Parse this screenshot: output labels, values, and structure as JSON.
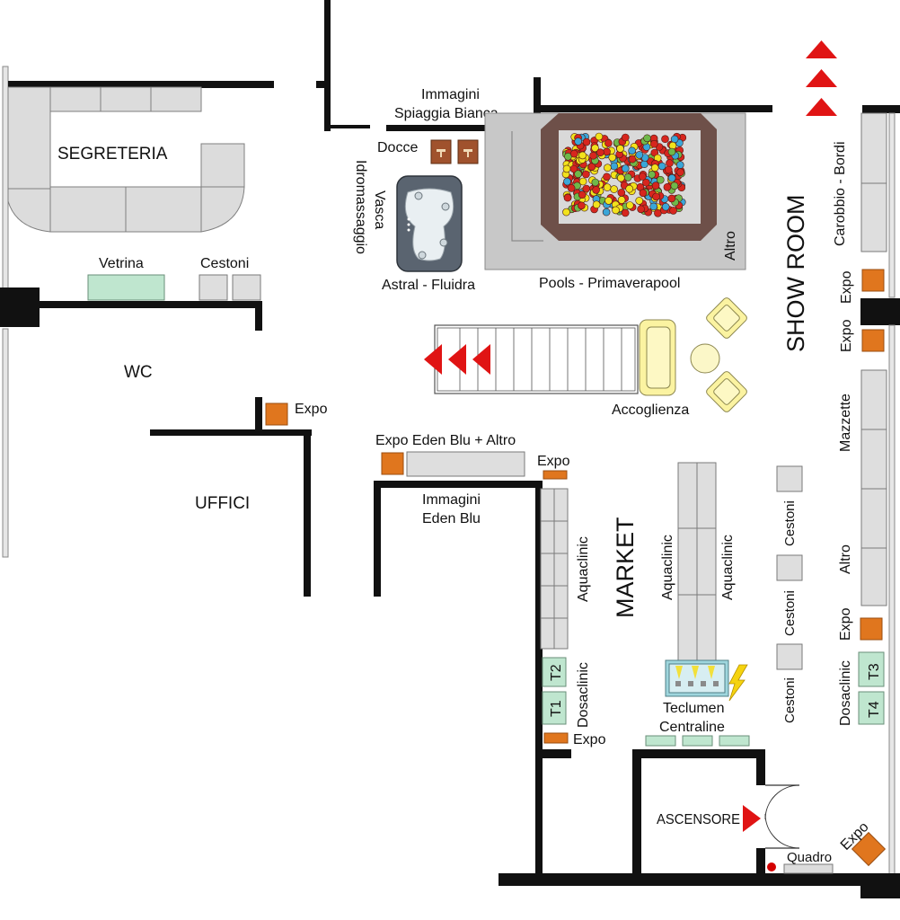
{
  "rooms": {
    "segreteria": "SEGRETERIA",
    "wc": "WC",
    "uffici": "UFFICI",
    "show_room": "SHOW ROOM",
    "market": "MARKET",
    "ascensore": "ASCENSORE"
  },
  "labels": {
    "vetrina": "Vetrina",
    "cestoni_top": "Cestoni",
    "expo_wc": "Expo",
    "immagini_spiaggia_1": "Immagini",
    "immagini_spiaggia_2": "Spiaggia Bianca",
    "docce": "Docce",
    "vasca": "Vasca",
    "idromassaggio": "Idromassaggio",
    "astral_fluidra": "Astral - Fluidra",
    "pools_primaverapool": "Pools - Primaverapool",
    "altro_pool": "Altro",
    "carobbio_bordi": "Carobbio - Bordi",
    "expo_right_1": "Expo",
    "expo_right_2": "Expo",
    "accoglienza": "Accoglienza",
    "expo_eden_blu": "Expo Eden Blu + Altro",
    "expo_small_1": "Expo",
    "immagini_eden_1": "Immagini",
    "immagini_eden_2": "Eden Blu",
    "aquaclinic_1": "Aquaclinic",
    "aquaclinic_2": "Aquaclinic",
    "aquaclinic_3": "Aquaclinic",
    "dosaclinic_left": "Dosaclinic",
    "t1": "T1",
    "t2": "T2",
    "expo_small_2": "Expo",
    "teclumen_1": "Teclumen",
    "teclumen_2": "Centraline",
    "cestoni_1": "Cestoni",
    "cestoni_2": "Cestoni",
    "cestoni_3": "Cestoni",
    "mazzette": "Mazzette",
    "altro_right": "Altro",
    "expo_right_3": "Expo",
    "dosaclinic_right": "Dosaclinic",
    "t3": "T3",
    "t4": "T4",
    "quadro": "Quadro",
    "expo_corner": "Expo"
  },
  "colors": {
    "wall": "#111111",
    "expo_box": "#e0761e",
    "green_box": "#bfe6cf",
    "arrow_red": "#e01414",
    "pool_frame": "#6e5049",
    "pool_surround": "#c8c8c8",
    "chair_yellow": "#fbf3a1",
    "shower_brown": "#a0522d"
  },
  "icons": {
    "entrance_arrows": "triangle-right-icon",
    "stair_arrows": "triangle-left-icon",
    "lightning": "lightning-bolt-icon",
    "hot_tub": "hot-tub-icon",
    "shower": "shower-icon",
    "electric_panel": "red-dot-icon"
  }
}
